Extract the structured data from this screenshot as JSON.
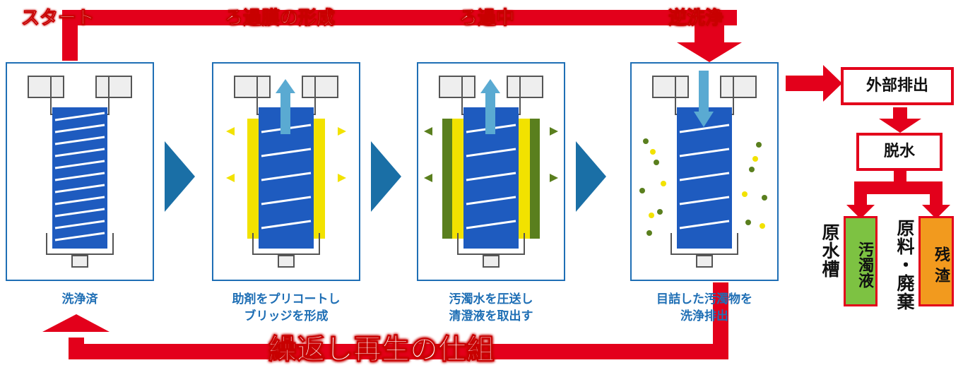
{
  "stages": [
    {
      "title": "スタート",
      "caption": [
        "洗浄済"
      ]
    },
    {
      "title": "ろ過膜の形成",
      "caption": [
        "助剤をプリコートし",
        "ブリッジを形成"
      ]
    },
    {
      "title": "ろ過中",
      "caption": [
        "汚濁水を圧送し",
        "清澄液を取出す"
      ]
    },
    {
      "title": "逆洗浄",
      "caption": [
        "目詰した汚濁物を",
        "洗浄排出"
      ]
    }
  ],
  "right_flow": {
    "discharge": "外部排出",
    "dewater": "脱水",
    "raw_tank": "原水槽",
    "turbid_liquid": "汚濁液",
    "material_waste": "原料・廃棄",
    "residue": "残 渣"
  },
  "banner": "繰返し再生の仕組",
  "colors": {
    "arrow_red": "#e3001b",
    "panel_blue": "#1f6fb5",
    "coil_blue": "#1e5bbf",
    "flow_arrow": "#5aaad2",
    "aid_yellow": "#f2e200",
    "dirt_green": "#5a7f1e",
    "box_green": "#7dc242",
    "box_orange": "#f29a1e"
  }
}
